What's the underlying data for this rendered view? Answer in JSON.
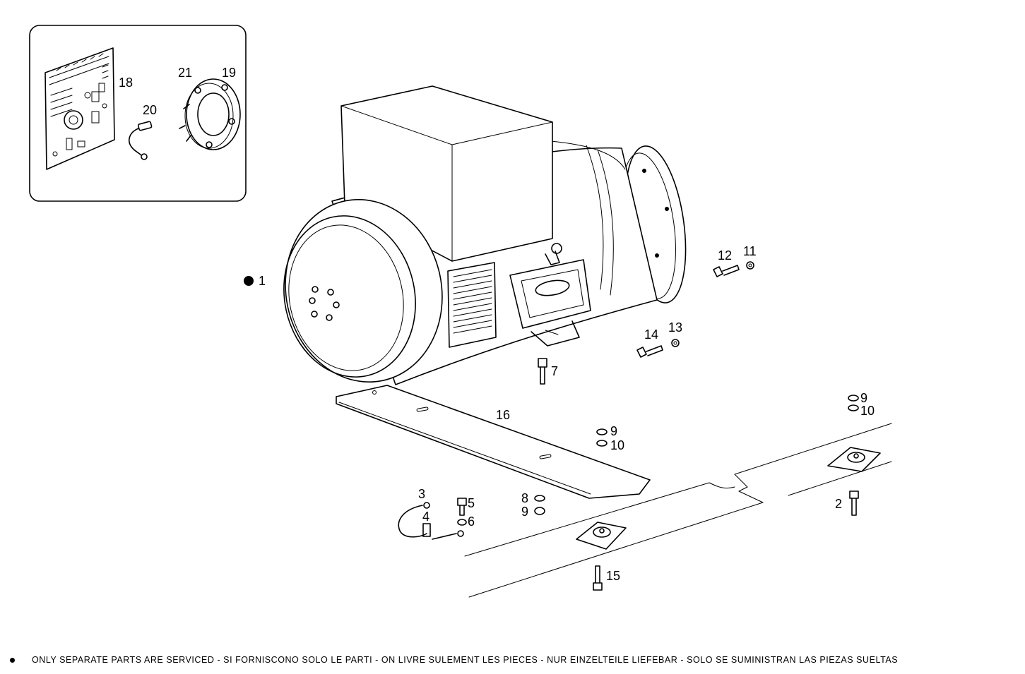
{
  "callouts": {
    "c1": "1",
    "c2": "2",
    "c3": "3",
    "c4": "4",
    "c5": "5",
    "c6": "6",
    "c7": "7",
    "c8": "8",
    "c9": "9",
    "c10": "10",
    "c11": "11",
    "c12": "12",
    "c13": "13",
    "c14": "14",
    "c15": "15",
    "c16": "16",
    "c18": "18",
    "c19": "19",
    "c20": "20",
    "c21": "21"
  },
  "footnote": {
    "marker_icon": "bullet-dot-icon",
    "text": "ONLY SEPARATE PARTS ARE SERVICED - SI FORNISCONO SOLO LE PARTI - ON LIVRE SULEMENT LES PIECES - NUR EINZELTEILE LIEFEBAR - SOLO SE SUMINISTRAN LAS PIEZAS SUELTAS"
  }
}
